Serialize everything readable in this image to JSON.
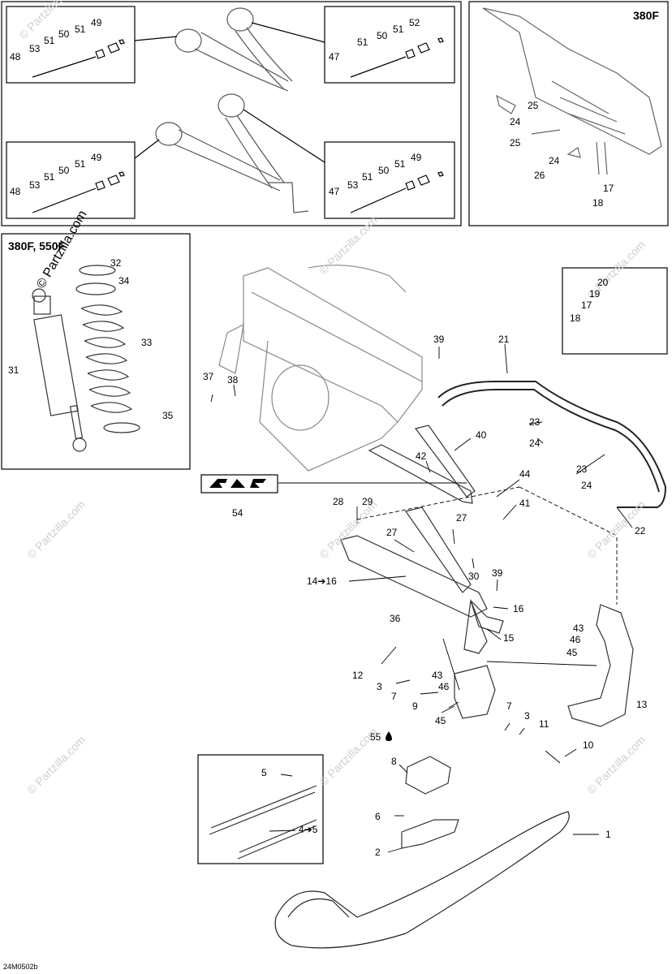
{
  "diagram": {
    "code": "24M0502b",
    "panel_labels": {
      "top_right": "380F",
      "left_mid": "380F, 550F"
    },
    "watermark": "© Partzilla.com",
    "callouts": {
      "c48a": "48",
      "c53a": "53",
      "c51a": "51",
      "c50a": "50",
      "c51b": "51",
      "c49a": "49",
      "c47a": "47",
      "c51c": "51",
      "c50b": "50",
      "c51d": "51",
      "c52a": "52",
      "c48b": "48",
      "c53b": "53",
      "c51e": "51",
      "c50c": "50",
      "c51f": "51",
      "c49b": "49",
      "c47b": "47",
      "c53c": "53",
      "c51g": "51",
      "c50d": "50",
      "c51h": "51",
      "c49c": "49",
      "c25a": "25",
      "c24a": "24",
      "c25b": "25",
      "c24b": "24",
      "c26a": "26",
      "c17a": "17",
      "c18a": "18",
      "c32": "32",
      "c34": "34",
      "c33": "33",
      "c31": "31",
      "c35": "35",
      "c20": "20",
      "c19": "19",
      "c17b": "17",
      "c18b": "18",
      "c21": "21",
      "c39a": "39",
      "c37": "37",
      "c38": "38",
      "c23a": "23",
      "c24c": "24",
      "c40": "40",
      "c42": "42",
      "c23b": "23",
      "c24d": "24",
      "c44": "44",
      "c41": "41",
      "c22": "22",
      "c54": "54",
      "c28": "28",
      "c29": "29",
      "c27a": "27",
      "c27b": "27",
      "c30": "30",
      "c14": "14➔16",
      "c39b": "39",
      "c36": "36",
      "c16": "16",
      "c43a": "43",
      "c46a": "46",
      "c45a": "45",
      "c15": "15",
      "c12": "12",
      "c3a": "3",
      "c7a": "7",
      "c9": "9",
      "c46b": "46",
      "c43b": "43",
      "c45b": "45",
      "c13": "13",
      "c55": "55",
      "c7b": "7",
      "c3b": "3",
      "c11": "11",
      "c10": "10",
      "c8": "8",
      "c5": "5",
      "c6": "6",
      "c1": "1",
      "c2": "2",
      "c45": "4➔5"
    }
  }
}
